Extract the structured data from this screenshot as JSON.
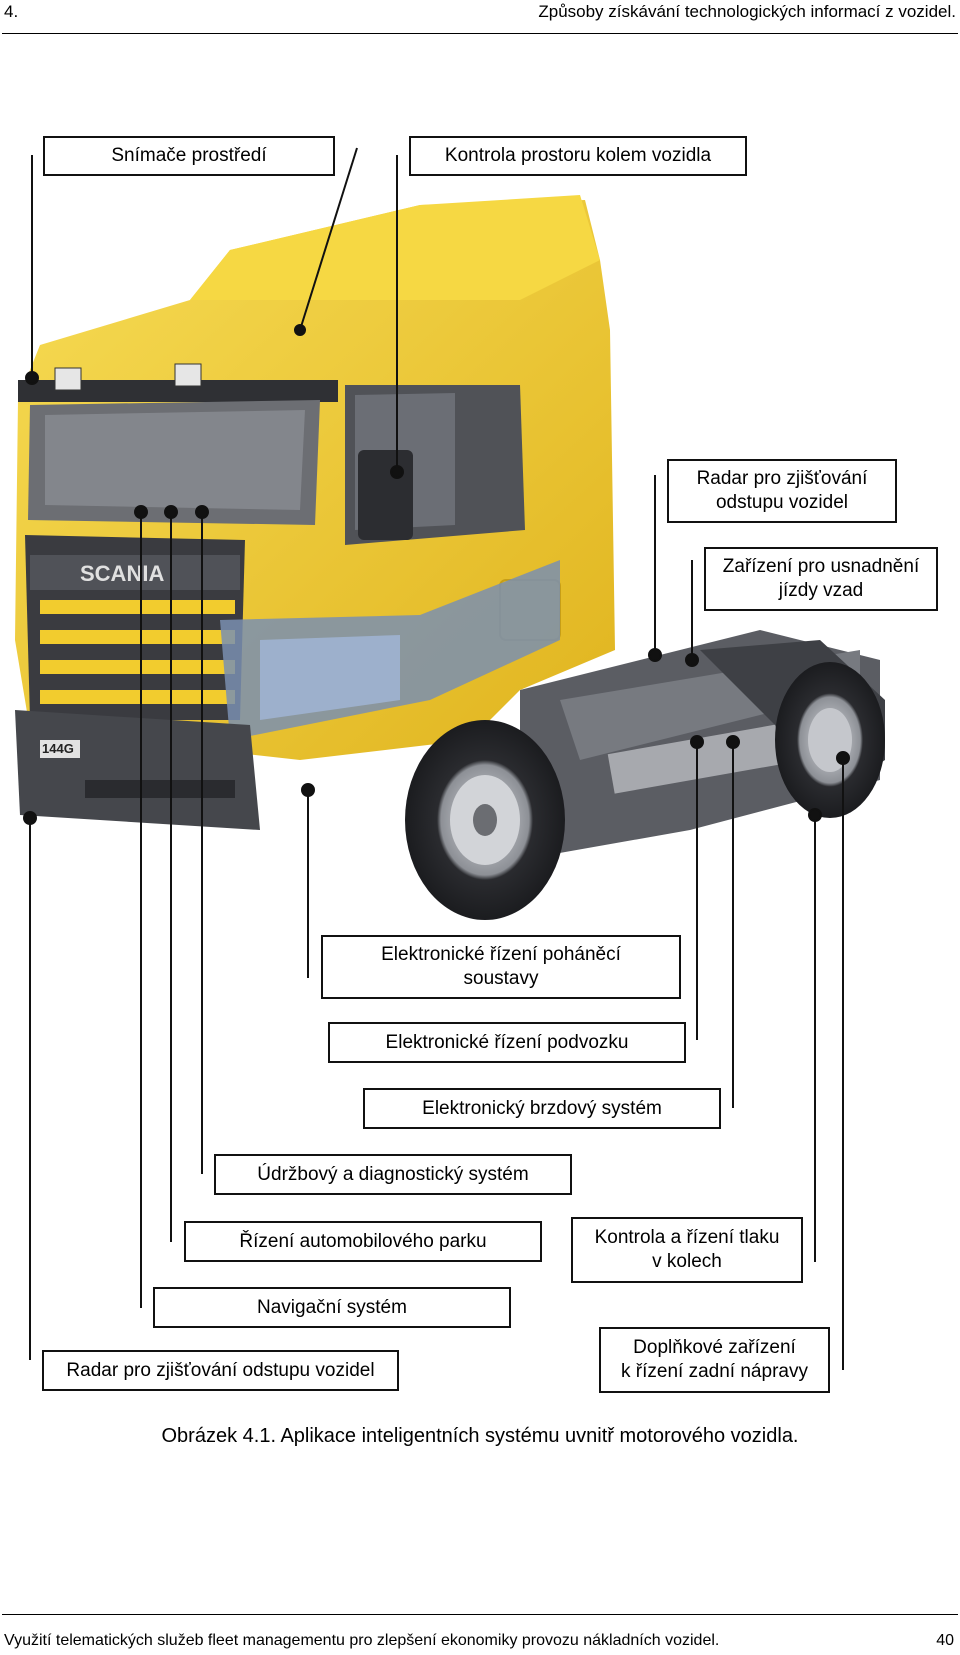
{
  "header": {
    "chapter": "4.",
    "title": "Způsoby získávání technologických informací z vozidel."
  },
  "figure": {
    "labels": {
      "environment_sensors": "Snímače prostředí",
      "surroundings_monitoring": "Kontrola prostoru kolem vozidla",
      "distance_radar_top": "Radar pro zjišťování\nodstupu vozidel",
      "reversing_aid": "Zařízení pro usnadnění\njízdy vzad",
      "powertrain_control": "Elektronické řízení poháněcí\nsoustavy",
      "chassis_control": "Elektronické řízení podvozku",
      "brake_system": "Elektronický brzdový systém",
      "maintenance_diagnostics": "Údržbový a diagnostický systém",
      "fleet_management": "Řízení automobilového parku",
      "tire_pressure": "Kontrola a řízení tlaku\nv kolech",
      "navigation": "Navigační systém",
      "distance_radar_bottom": "Radar pro zjišťování odstupu vozidel",
      "rear_axle_steering": "Doplňkové zařízení\nk řízení zadní nápravy"
    },
    "truck": {
      "brand_text": "SCANIA",
      "model_text": "144G"
    },
    "colors": {
      "cab": "#f2cc2e",
      "chassis": "#54565c",
      "engine": "#7a8fb0"
    },
    "caption": "Obrázek 4.1. Aplikace inteligentních systému uvnitř motorového vozidla."
  },
  "footer": {
    "text": "Využití telematických služeb fleet managementu pro zlepšení ekonomiky provozu nákladních vozidel.",
    "page_number": "40"
  }
}
